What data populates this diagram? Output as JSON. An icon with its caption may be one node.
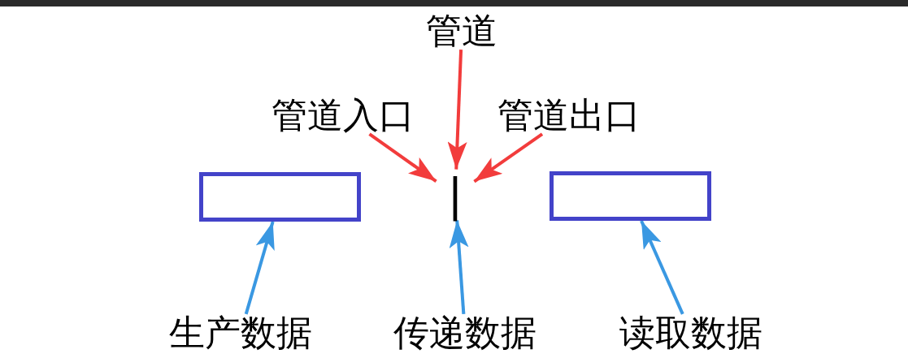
{
  "diagram": {
    "nodes": [
      {
        "text": [
          "管道"
        ]
      },
      {
        "text": [
          "管道入口"
        ]
      },
      {
        "text": [
          "管道出口"
        ]
      },
      {
        "text": [],
        "shape": "box"
      },
      {
        "text": [
          "|"
        ]
      },
      {
        "text": [],
        "shape": "box"
      },
      {
        "text": [
          "生产数据"
        ]
      },
      {
        "text": [
          "传递数据"
        ]
      },
      {
        "text": [
          "读取数据"
        ]
      }
    ],
    "edges": [
      {
        "from": 0,
        "to": 4,
        "arrow": "to",
        "color": "#f23c3c"
      },
      {
        "from": 1,
        "to": 4,
        "arrow": "to",
        "color": "#f23c3c"
      },
      {
        "from": 2,
        "to": 4,
        "arrow": "to",
        "color": "#f23c3c"
      },
      {
        "from": 6,
        "to": 3,
        "arrow": "to",
        "color": "#3a98e2"
      },
      {
        "from": 7,
        "to": 4,
        "arrow": "to",
        "color": "#3a98e2"
      },
      {
        "from": 8,
        "to": 5,
        "arrow": "to",
        "color": "#3a98e2"
      }
    ]
  }
}
